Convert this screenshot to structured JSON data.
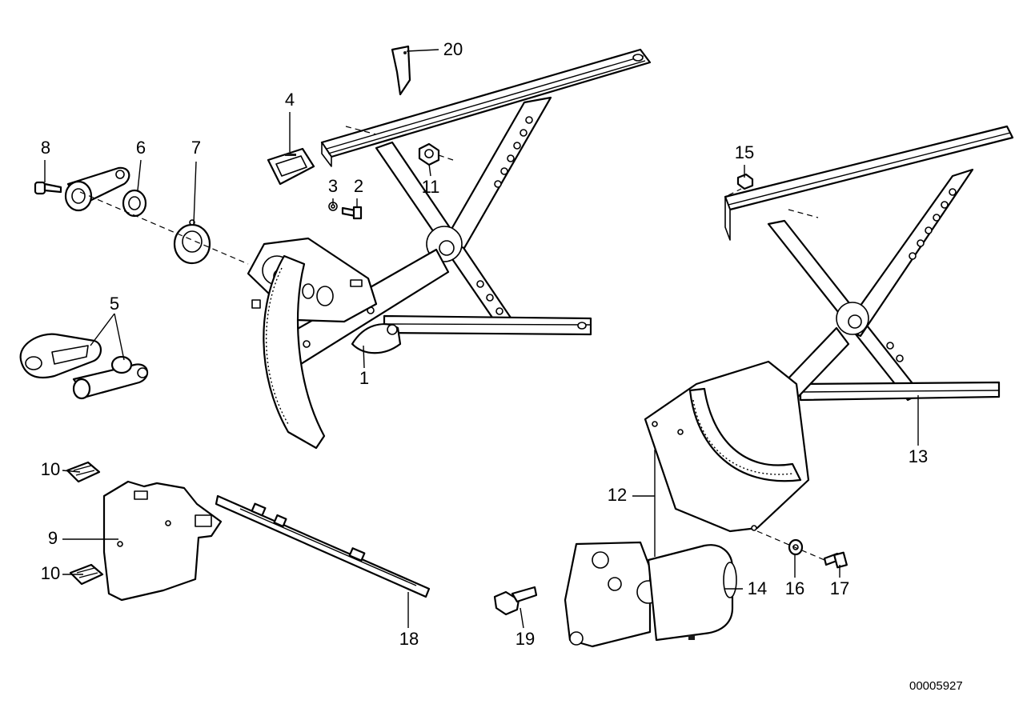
{
  "diagram": {
    "document_id": "00005927",
    "callouts": [
      {
        "id": "callout-1",
        "text": "1"
      },
      {
        "id": "callout-2",
        "text": "2"
      },
      {
        "id": "callout-3",
        "text": "3"
      },
      {
        "id": "callout-4",
        "text": "4"
      },
      {
        "id": "callout-5",
        "text": "5"
      },
      {
        "id": "callout-6",
        "text": "6"
      },
      {
        "id": "callout-7",
        "text": "7"
      },
      {
        "id": "callout-8",
        "text": "8"
      },
      {
        "id": "callout-9",
        "text": "9"
      },
      {
        "id": "callout-10a",
        "text": "10"
      },
      {
        "id": "callout-10b",
        "text": "10"
      },
      {
        "id": "callout-11",
        "text": "11"
      },
      {
        "id": "callout-12",
        "text": "12"
      },
      {
        "id": "callout-13",
        "text": "13"
      },
      {
        "id": "callout-14",
        "text": "14"
      },
      {
        "id": "callout-15",
        "text": "15"
      },
      {
        "id": "callout-16",
        "text": "16"
      },
      {
        "id": "callout-17",
        "text": "17"
      },
      {
        "id": "callout-18",
        "text": "18"
      },
      {
        "id": "callout-19",
        "text": "19"
      },
      {
        "id": "callout-20",
        "text": "20"
      }
    ]
  }
}
